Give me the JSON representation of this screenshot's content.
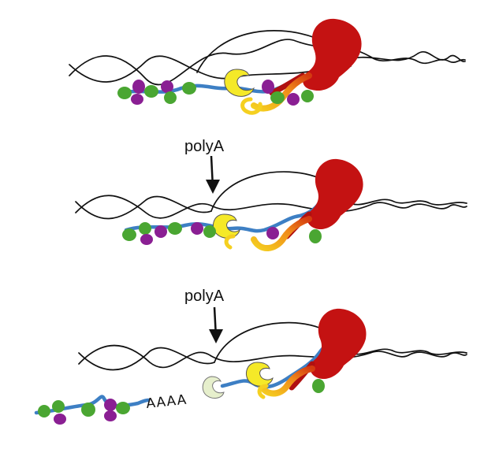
{
  "figure": {
    "panels": [
      {
        "id": "panel-1",
        "label": null
      },
      {
        "id": "panel-2",
        "label": "polyA"
      },
      {
        "id": "panel-3",
        "label": "polyA",
        "tail": "AAAA"
      }
    ]
  },
  "colors": {
    "dna": "#111111",
    "rna": "#3d7fc4",
    "green_factor": "#4aa632",
    "purple_factor": "#8a1f93",
    "polymerase": "#c41212",
    "yellow_complex": "#f5e928",
    "orange_ctd": "#f08a1a",
    "cleaved_complex": "#e6efcc"
  },
  "icons": [
    "dna-double-helix",
    "rna-polymerase",
    "cleavage-complex",
    "rna-binding-protein"
  ]
}
